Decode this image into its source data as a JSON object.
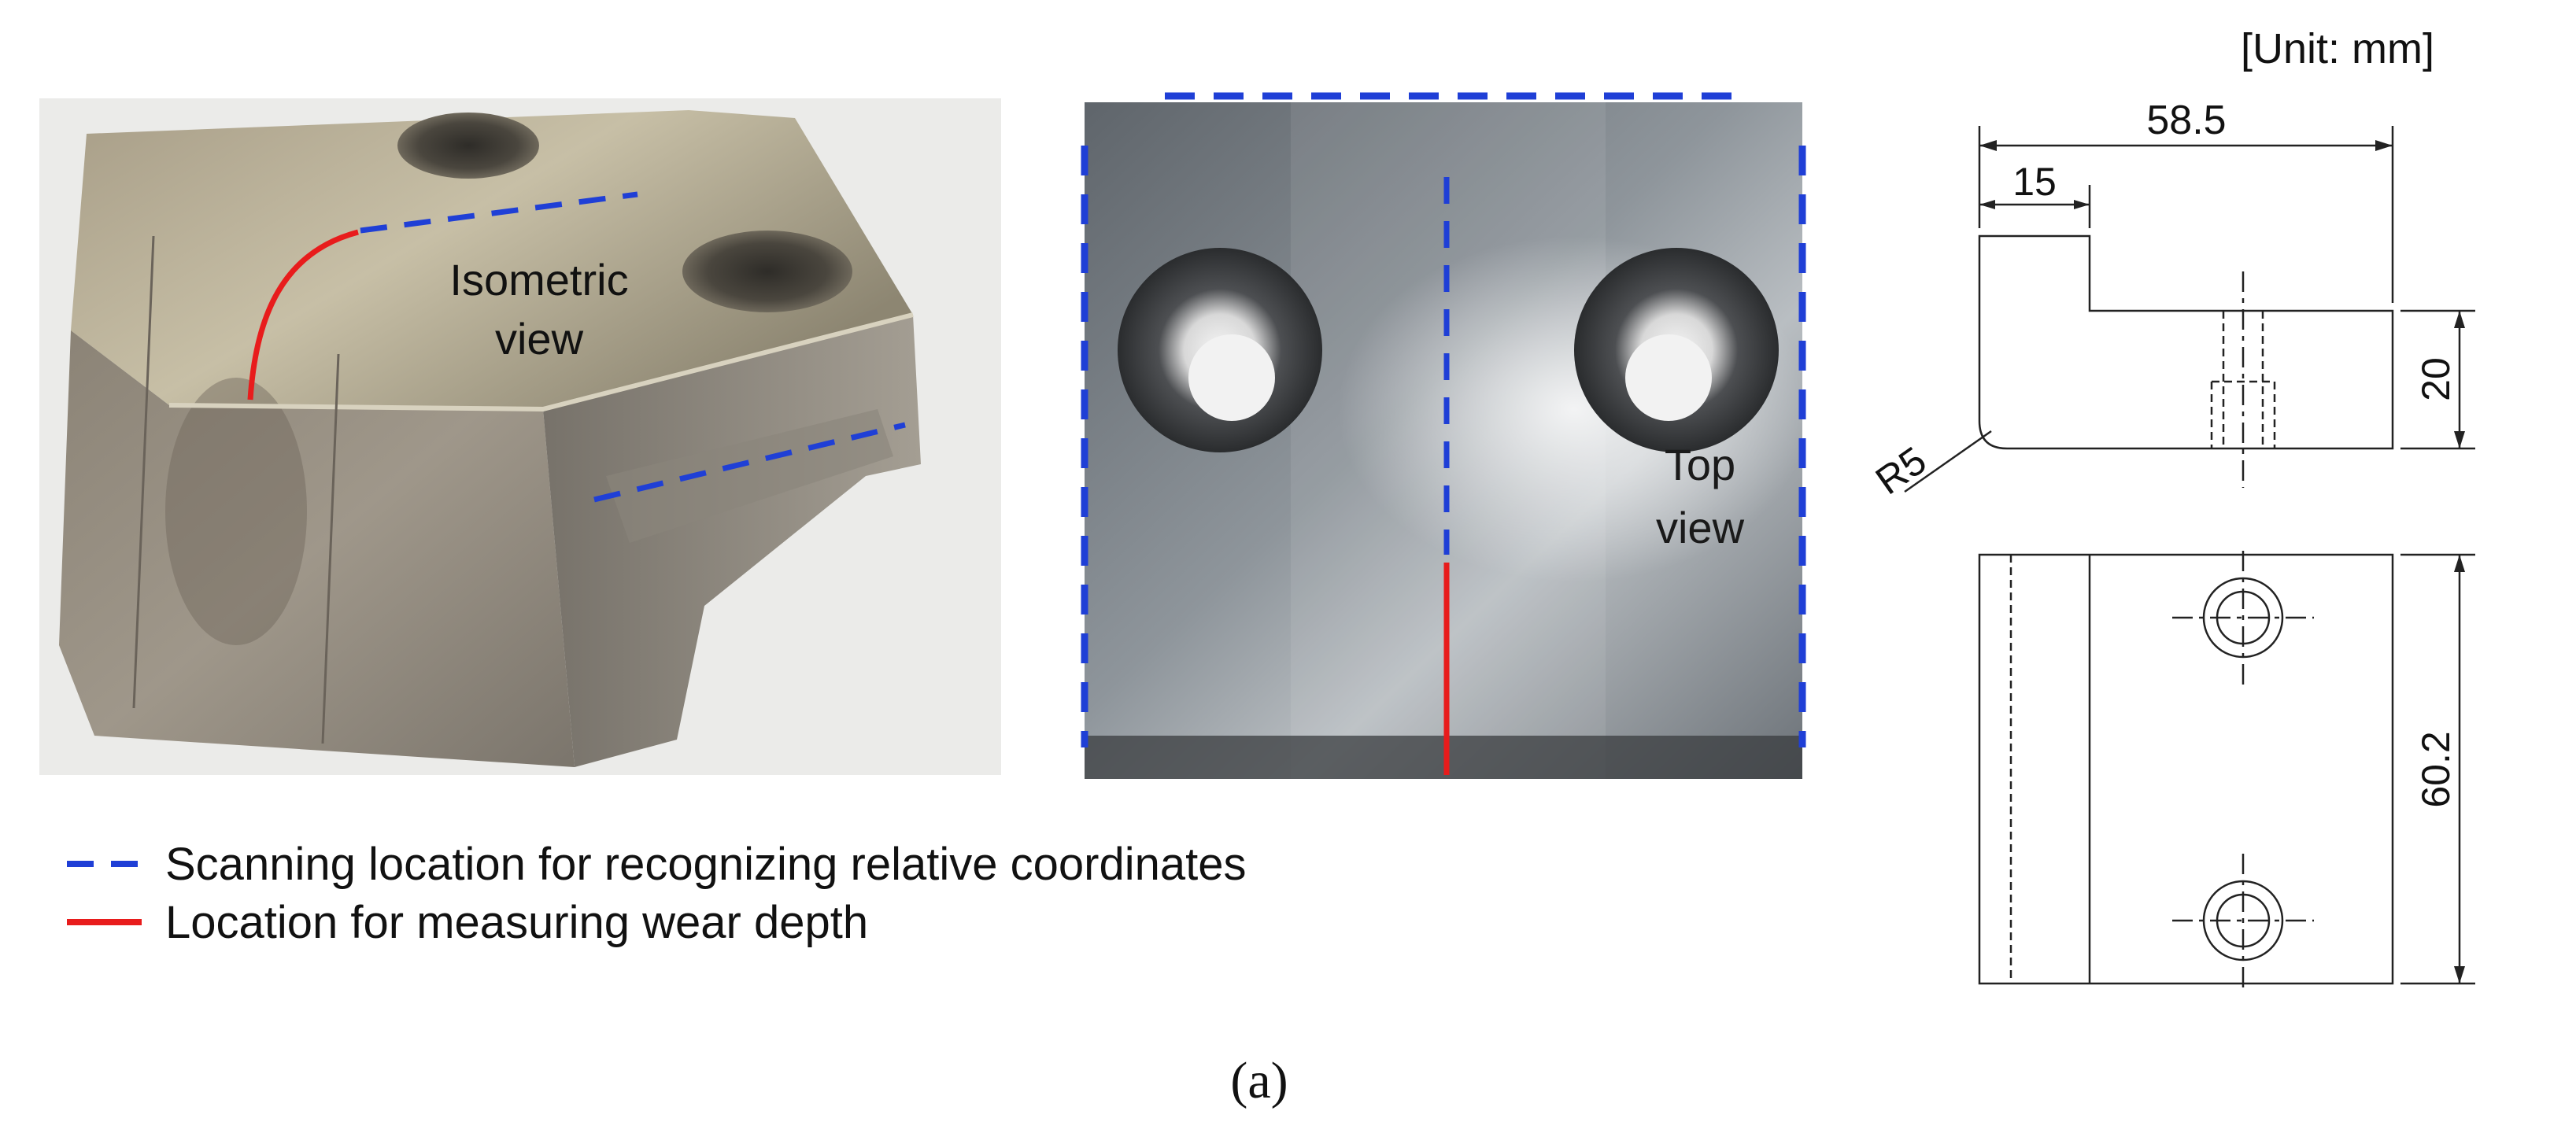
{
  "photos": {
    "isometric": {
      "label_line1": "Isometric",
      "label_line2": "view"
    },
    "top": {
      "label_line1": "Top",
      "label_line2": "view"
    }
  },
  "drawing": {
    "unit": "[Unit: mm]",
    "dims": {
      "total_width": "58.5",
      "step_width": "15",
      "height": "20",
      "radius": "R5",
      "length": "60.2"
    }
  },
  "legend": {
    "items": [
      {
        "text": "Scanning location for recognizing relative coordinates",
        "style": "dashed",
        "color": "#1f3fd6"
      },
      {
        "text": "Location for measuring wear depth",
        "style": "solid",
        "color": "#e81c1c"
      }
    ]
  },
  "caption": "(a)"
}
